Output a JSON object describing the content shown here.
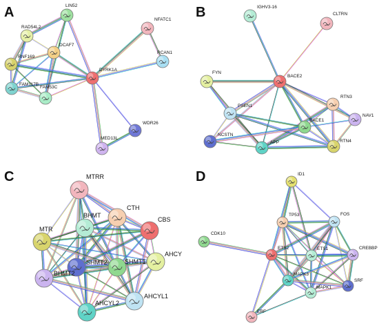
{
  "panels": [
    {
      "letter": "A",
      "label_class": "node-label",
      "node_r": 9,
      "nodes": [
        {
          "id": "LIN52",
          "color": "#9ee0a0"
        },
        {
          "id": "RAD54L2",
          "color": "#e6f0a6"
        },
        {
          "id": "DCAF7",
          "color": "#f3cf86"
        },
        {
          "id": "RNF169",
          "color": "#d7d26c"
        },
        {
          "id": "FAM117B",
          "color": "#7fd3cf"
        },
        {
          "id": "FAM53C",
          "color": "#a9ecc7"
        },
        {
          "id": "DYRK1A",
          "color": "#ee6f6f"
        },
        {
          "id": "NFATC1",
          "color": "#f2b6bd"
        },
        {
          "id": "RCAN1",
          "color": "#a9dff3"
        },
        {
          "id": "WDR26",
          "color": "#6f78d6"
        },
        {
          "id": "MED13L",
          "color": "#cfb4ef"
        }
      ],
      "edges": [
        [
          "LIN52",
          "DCAF7"
        ],
        [
          "LIN52",
          "RAD54L2"
        ],
        [
          "LIN52",
          "DYRK1A"
        ],
        [
          "LIN52",
          "FAM53C"
        ],
        [
          "RAD54L2",
          "DCAF7"
        ],
        [
          "RAD54L2",
          "RNF169"
        ],
        [
          "RAD54L2",
          "FAM117B"
        ],
        [
          "DCAF7",
          "RNF169"
        ],
        [
          "DCAF7",
          "FAM117B"
        ],
        [
          "DCAF7",
          "FAM53C"
        ],
        [
          "DCAF7",
          "DYRK1A"
        ],
        [
          "RNF169",
          "FAM117B"
        ],
        [
          "RNF169",
          "FAM53C"
        ],
        [
          "RNF169",
          "DYRK1A"
        ],
        [
          "FAM117B",
          "FAM53C"
        ],
        [
          "FAM117B",
          "DYRK1A"
        ],
        [
          "FAM53C",
          "DYRK1A"
        ],
        [
          "DYRK1A",
          "NFATC1"
        ],
        [
          "DYRK1A",
          "RCAN1"
        ],
        [
          "NFATC1",
          "RCAN1"
        ],
        [
          "DYRK1A",
          "WDR26"
        ],
        [
          "DYRK1A",
          "MED13L"
        ],
        [
          "WDR26",
          "MED13L"
        ]
      ]
    },
    {
      "letter": "B",
      "label_class": "node-label",
      "node_r": 9,
      "nodes": [
        {
          "id": "IGHV3-16",
          "color": "#b4ecd5"
        },
        {
          "id": "CLTRN",
          "color": "#f2b6bd"
        },
        {
          "id": "FYN",
          "color": "#e4f0a0"
        },
        {
          "id": "BACE2",
          "color": "#ee6f6f"
        },
        {
          "id": "RTN3",
          "color": "#f6cfb0"
        },
        {
          "id": "PSEN1",
          "color": "#bfe3f3"
        },
        {
          "id": "NAV1",
          "color": "#cbb4ef"
        },
        {
          "id": "BACE1",
          "color": "#8fd88f"
        },
        {
          "id": "NCSTN",
          "color": "#5f6fcf"
        },
        {
          "id": "APP",
          "color": "#5fd3c6"
        },
        {
          "id": "RTN4",
          "color": "#d8d46c"
        }
      ],
      "edges": [
        [
          "IGHV3-16",
          "BACE2"
        ],
        [
          "CLTRN",
          "BACE2"
        ],
        [
          "FYN",
          "BACE2"
        ],
        [
          "FYN",
          "PSEN1"
        ],
        [
          "FYN",
          "APP"
        ],
        [
          "BACE2",
          "RTN3"
        ],
        [
          "BACE2",
          "PSEN1"
        ],
        [
          "BACE2",
          "BACE1"
        ],
        [
          "BACE2",
          "NCSTN"
        ],
        [
          "BACE2",
          "APP"
        ],
        [
          "BACE2",
          "RTN4"
        ],
        [
          "BACE2",
          "NAV1"
        ],
        [
          "RTN3",
          "NAV1"
        ],
        [
          "RTN3",
          "BACE1"
        ],
        [
          "RTN3",
          "APP"
        ],
        [
          "RTN3",
          "RTN4"
        ],
        [
          "PSEN1",
          "BACE1"
        ],
        [
          "PSEN1",
          "NCSTN"
        ],
        [
          "PSEN1",
          "APP"
        ],
        [
          "PSEN1",
          "RTN4"
        ],
        [
          "NAV1",
          "RTN4"
        ],
        [
          "NAV1",
          "BACE1"
        ],
        [
          "BACE1",
          "NCSTN"
        ],
        [
          "BACE1",
          "APP"
        ],
        [
          "BACE1",
          "RTN4"
        ],
        [
          "NCSTN",
          "APP"
        ],
        [
          "APP",
          "RTN4"
        ]
      ]
    },
    {
      "letter": "C",
      "label_class": "node-label-c",
      "node_r": 13,
      "nodes": [
        {
          "id": "MTRR",
          "color": "#f2b6bd"
        },
        {
          "id": "CTH",
          "color": "#f6cfb0"
        },
        {
          "id": "BHMT",
          "color": "#b4ecd5"
        },
        {
          "id": "CBS",
          "color": "#ee6f6f"
        },
        {
          "id": "MTR",
          "color": "#d8d46c"
        },
        {
          "id": "SHMT2",
          "color": "#5f6fcf"
        },
        {
          "id": "SHMT1",
          "color": "#8fd88f"
        },
        {
          "id": "AHCY",
          "color": "#e4f0a0"
        },
        {
          "id": "BHMT2",
          "color": "#cbb4ef"
        },
        {
          "id": "AHCYL2",
          "color": "#5fd3c6"
        },
        {
          "id": "AHCYL1",
          "color": "#bfe3f3"
        }
      ],
      "edges": [
        [
          "MTRR",
          "CTH"
        ],
        [
          "MTRR",
          "BHMT"
        ],
        [
          "MTRR",
          "MTR"
        ],
        [
          "MTRR",
          "SHMT2"
        ],
        [
          "MTRR",
          "SHMT1"
        ],
        [
          "MTRR",
          "BHMT2"
        ],
        [
          "MTRR",
          "AHCYL2"
        ],
        [
          "MTRR",
          "CBS"
        ],
        [
          "CTH",
          "BHMT"
        ],
        [
          "CTH",
          "CBS"
        ],
        [
          "CTH",
          "MTR"
        ],
        [
          "CTH",
          "SHMT2"
        ],
        [
          "CTH",
          "SHMT1"
        ],
        [
          "CTH",
          "AHCY"
        ],
        [
          "CTH",
          "AHCYL2"
        ],
        [
          "CTH",
          "AHCYL1"
        ],
        [
          "CTH",
          "BHMT2"
        ],
        [
          "BHMT",
          "MTR"
        ],
        [
          "BHMT",
          "SHMT2"
        ],
        [
          "BHMT",
          "SHMT1"
        ],
        [
          "BHMT",
          "CBS"
        ],
        [
          "BHMT",
          "AHCY"
        ],
        [
          "BHMT",
          "BHMT2"
        ],
        [
          "BHMT",
          "AHCYL2"
        ],
        [
          "BHMT",
          "AHCYL1"
        ],
        [
          "CBS",
          "SHMT1"
        ],
        [
          "CBS",
          "AHCY"
        ],
        [
          "CBS",
          "SHMT2"
        ],
        [
          "CBS",
          "AHCYL1"
        ],
        [
          "CBS",
          "MTR"
        ],
        [
          "MTR",
          "SHMT2"
        ],
        [
          "MTR",
          "SHMT1"
        ],
        [
          "MTR",
          "BHMT2"
        ],
        [
          "MTR",
          "AHCYL2"
        ],
        [
          "MTR",
          "AHCY"
        ],
        [
          "SHMT2",
          "SHMT1"
        ],
        [
          "SHMT2",
          "BHMT2"
        ],
        [
          "SHMT2",
          "AHCYL2"
        ],
        [
          "SHMT2",
          "AHCYL1"
        ],
        [
          "SHMT2",
          "AHCY"
        ],
        [
          "SHMT1",
          "AHCY"
        ],
        [
          "SHMT1",
          "AHCYL1"
        ],
        [
          "SHMT1",
          "AHCYL2"
        ],
        [
          "SHMT1",
          "BHMT2"
        ],
        [
          "AHCY",
          "AHCYL1"
        ],
        [
          "AHCY",
          "AHCYL2"
        ],
        [
          "BHMT2",
          "AHCYL2"
        ],
        [
          "BHMT2",
          "AHCYL1"
        ],
        [
          "AHCYL2",
          "AHCYL1"
        ]
      ]
    },
    {
      "letter": "D",
      "label_class": "node-label",
      "node_r": 8,
      "nodes": [
        {
          "id": "ID1",
          "color": "#e4e070"
        },
        {
          "id": "CDK10",
          "color": "#8fd88f"
        },
        {
          "id": "TP53",
          "color": "#f6cfb0"
        },
        {
          "id": "FOS",
          "color": "#bfe3f3"
        },
        {
          "id": "ETS2",
          "color": "#ee6f6f"
        },
        {
          "id": "ETS1",
          "color": "#b4ecd5"
        },
        {
          "id": "CREBBP",
          "color": "#cbb4ef"
        },
        {
          "id": "MAPK3",
          "color": "#5fd3c6"
        },
        {
          "id": "MAPK1",
          "color": "#b4ecd5"
        },
        {
          "id": "SRF",
          "color": "#5f6fcf"
        },
        {
          "id": "ERF",
          "color": "#f2b6bd"
        }
      ],
      "edges": [
        [
          "ID1",
          "TP53"
        ],
        [
          "ID1",
          "ETS2"
        ],
        [
          "ID1",
          "ETS1"
        ],
        [
          "ID1",
          "FOS"
        ],
        [
          "CDK10",
          "ETS2"
        ],
        [
          "TP53",
          "FOS"
        ],
        [
          "TP53",
          "ETS2"
        ],
        [
          "TP53",
          "ETS1"
        ],
        [
          "TP53",
          "CREBBP"
        ],
        [
          "TP53",
          "MAPK3"
        ],
        [
          "TP53",
          "MAPK1"
        ],
        [
          "TP53",
          "SRF"
        ],
        [
          "FOS",
          "ETS2"
        ],
        [
          "FOS",
          "ETS1"
        ],
        [
          "FOS",
          "CREBBP"
        ],
        [
          "FOS",
          "SRF"
        ],
        [
          "FOS",
          "MAPK3"
        ],
        [
          "FOS",
          "MAPK1"
        ],
        [
          "ETS2",
          "ETS1"
        ],
        [
          "ETS2",
          "CREBBP"
        ],
        [
          "ETS2",
          "MAPK3"
        ],
        [
          "ETS2",
          "MAPK1"
        ],
        [
          "ETS2",
          "ERF"
        ],
        [
          "ETS2",
          "SRF"
        ],
        [
          "ETS1",
          "CREBBP"
        ],
        [
          "ETS1",
          "MAPK3"
        ],
        [
          "ETS1",
          "MAPK1"
        ],
        [
          "ETS1",
          "SRF"
        ],
        [
          "CREBBP",
          "SRF"
        ],
        [
          "CREBBP",
          "MAPK3"
        ],
        [
          "CREBBP",
          "MAPK1"
        ],
        [
          "MAPK3",
          "MAPK1"
        ],
        [
          "MAPK3",
          "SRF"
        ],
        [
          "MAPK3",
          "ERF"
        ],
        [
          "MAPK1",
          "SRF"
        ],
        [
          "MAPK1",
          "ERF"
        ]
      ]
    }
  ],
  "edge_palette": [
    "#46c64a",
    "#3a3ad0",
    "#d445d4",
    "#1ac3c3",
    "#c8c43a",
    "#2d2d2d",
    "#8c8cff"
  ]
}
